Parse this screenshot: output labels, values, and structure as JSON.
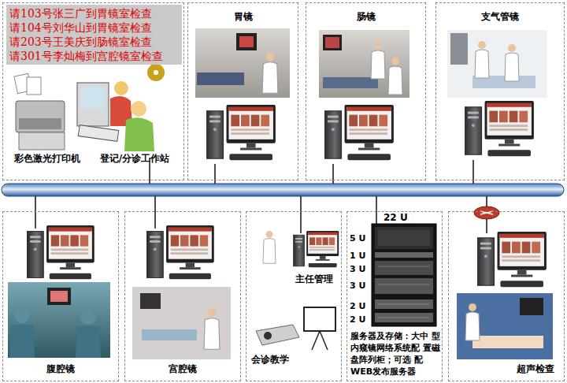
{
  "diagram": {
    "nodes": [
      {
        "text": [
          "彩色激光打印机",
          "登记/分诊工作站"
        ]
      },
      {
        "text": [
          "请103号张三广到胃镜室检查",
          "请104号刘华山到胃镜室检查",
          "请203号王美庆到肠镜室检查",
          "请301号李灿梅到宫腔镜室检查"
        ],
        "in": 0
      },
      {
        "text": [
          "胃镜"
        ]
      },
      {
        "text": [
          "肠镜"
        ]
      },
      {
        "text": [
          "支气管镜"
        ]
      },
      {
        "text": [
          "腹腔镜"
        ]
      },
      {
        "text": [
          "宫腔镜"
        ]
      },
      {
        "text": [
          "主任管理",
          "会诊教学"
        ]
      },
      {
        "text": [
          "22 U",
          "服务器及存储：大中 型内窥镜网络系统配 置磁盘阵列柜；可选 配WEB发布服务器"
        ]
      },
      {
        "text": [
          "超声检查"
        ]
      }
    ],
    "labels": [
      "5 U",
      "1 U",
      "3 U",
      "3 U",
      "2 U",
      "2 U"
    ]
  }
}
